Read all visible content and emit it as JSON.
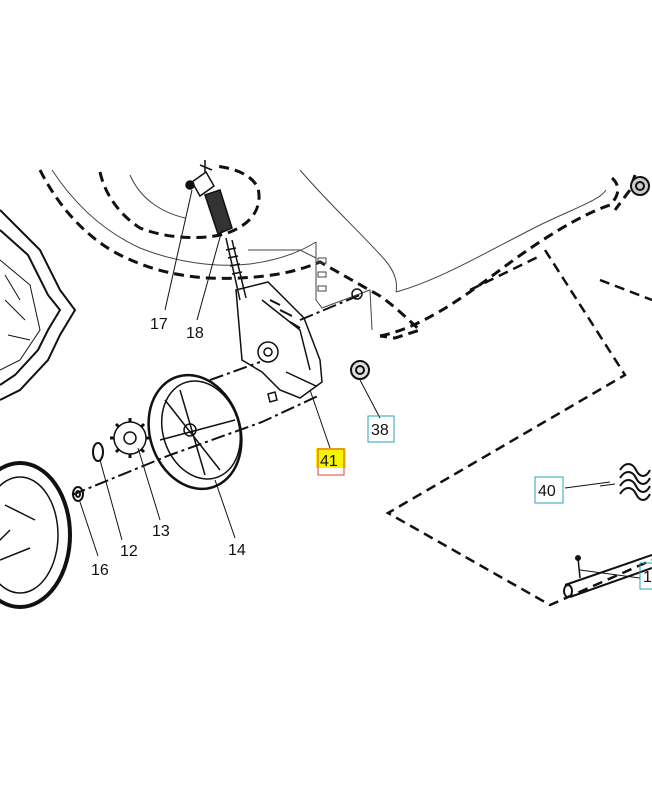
{
  "diagram": {
    "highlight_color": "#f5f500",
    "boxed_label_color": "#2aa6b4",
    "highlight_box_color": "#e04040",
    "callouts": [
      {
        "id": "17",
        "text": "17",
        "style": "plain"
      },
      {
        "id": "18",
        "text": "18",
        "style": "plain"
      },
      {
        "id": "38",
        "text": "38",
        "style": "boxed"
      },
      {
        "id": "41",
        "text": "41",
        "style": "highlighted"
      },
      {
        "id": "40",
        "text": "40",
        "style": "boxed"
      },
      {
        "id": "12",
        "text": "12",
        "style": "plain"
      },
      {
        "id": "13",
        "text": "13",
        "style": "plain"
      },
      {
        "id": "14",
        "text": "14",
        "style": "plain"
      },
      {
        "id": "16",
        "text": "16",
        "style": "plain"
      },
      {
        "id": "1x",
        "text": "1",
        "style": "boxed"
      }
    ]
  }
}
